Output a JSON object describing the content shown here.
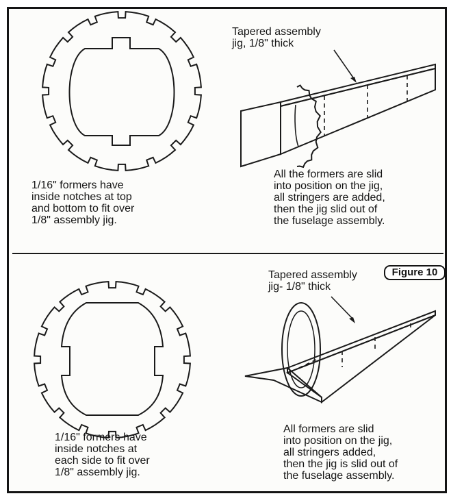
{
  "top": {
    "former_caption": "1/16\" formers have\ninside notches at top\nand bottom to fit over\n1/8\" assembly jig.",
    "jig_label": "Tapered assembly\njig, 1/8\" thick",
    "assembly_caption": "All the formers are slid\ninto position on the jig,\nall stringers are added,\nthen the jig slid out of\nthe fuselage assembly."
  },
  "bottom": {
    "figure_label": "Figure 10",
    "jig_label": "Tapered assembly\njig- 1/8\" thick",
    "former_caption": "1/16\" formers have\ninside notches at\neach side to fit over\n1/8\" assembly jig.",
    "assembly_caption": "All formers are slid\ninto position on the jig,\nall stringers added,\nthen the jig is slid out of\nthe fuselage assembly."
  }
}
